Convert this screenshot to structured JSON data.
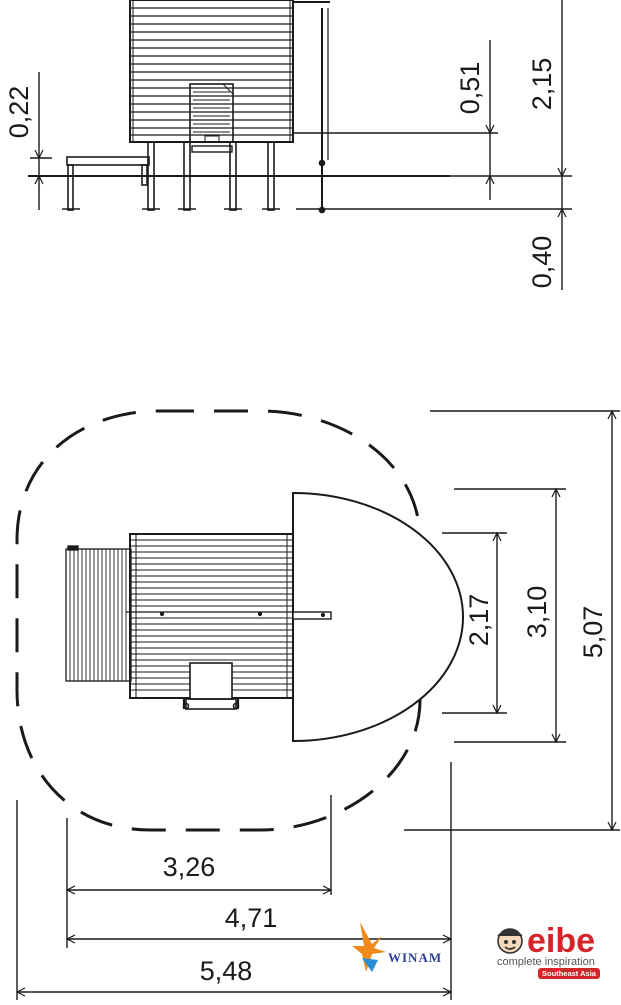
{
  "side_view": {
    "dims": {
      "post_height": "0,22",
      "platform_offset": "0,51",
      "total_height": "2,15",
      "foundation_depth": "0,40"
    }
  },
  "plan_view": {
    "dims": {
      "width_inner": "2,17",
      "width_roof": "3,10",
      "width_safety": "5,07",
      "length_house": "3,26",
      "length_with_roof": "4,71",
      "length_safety": "5,48"
    }
  },
  "logos": {
    "winam": "WINAM",
    "eibe": "eibe",
    "eibe_tagline": "complete inspiration",
    "eibe_region": "Southeast Asia"
  },
  "colors": {
    "line": "#1a1a1a",
    "eibe_red": "#d6242b",
    "winam_blue": "#2a3f9a",
    "winam_orange": "#f08a1c"
  }
}
